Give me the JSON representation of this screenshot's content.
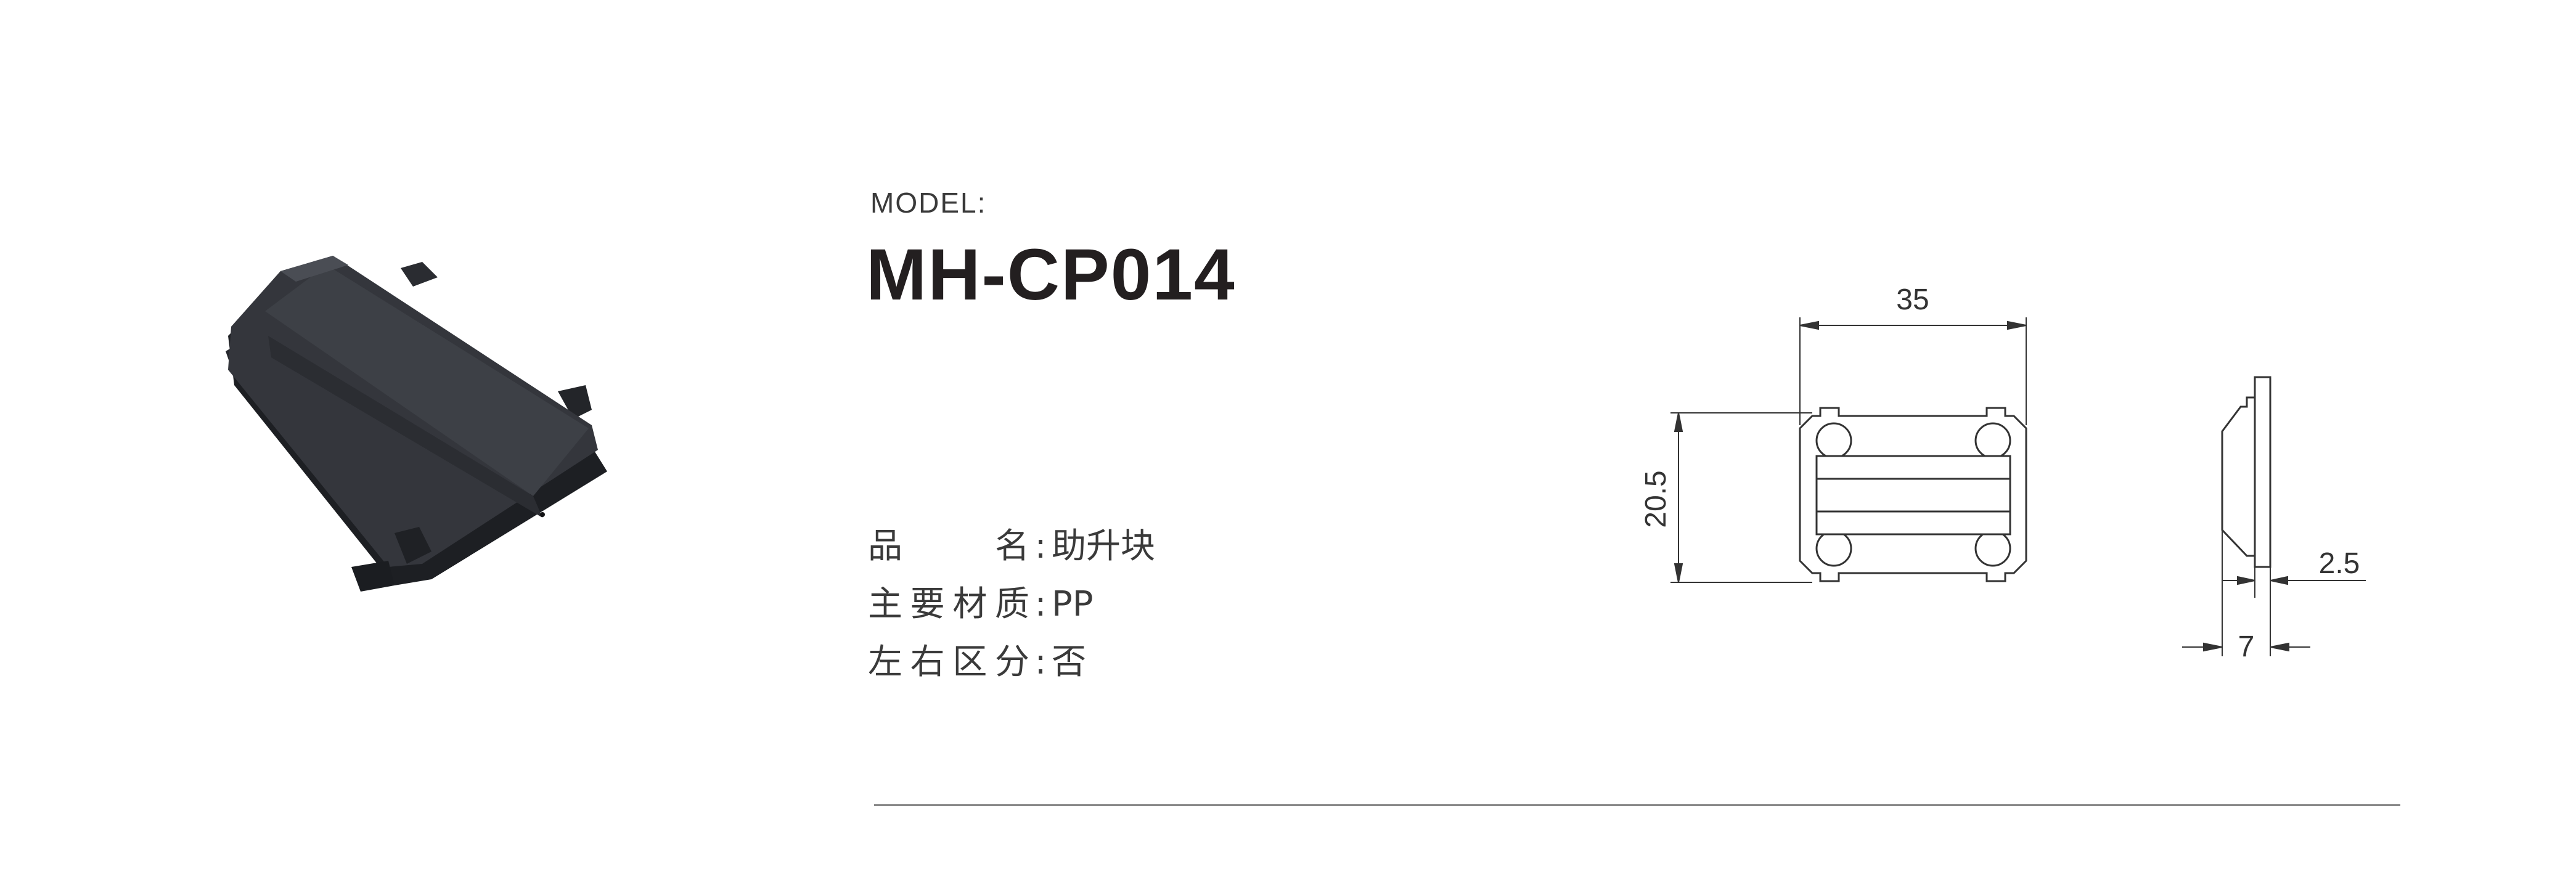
{
  "header": {
    "model_label": "MODEL:",
    "model_code": "MH-CP014"
  },
  "specs": [
    {
      "key": "品名",
      "value": "助升块"
    },
    {
      "key": "主要材质",
      "value": "PP"
    },
    {
      "key": "左右区分",
      "value": "否"
    }
  ],
  "drawing": {
    "dim_width": "35",
    "dim_height": "20.5",
    "dim_side_depth": "7",
    "dim_side_wall": "2.5"
  },
  "colors": {
    "part": "#2c2e33",
    "text": "#231f20",
    "line": "#8a8a8a"
  }
}
